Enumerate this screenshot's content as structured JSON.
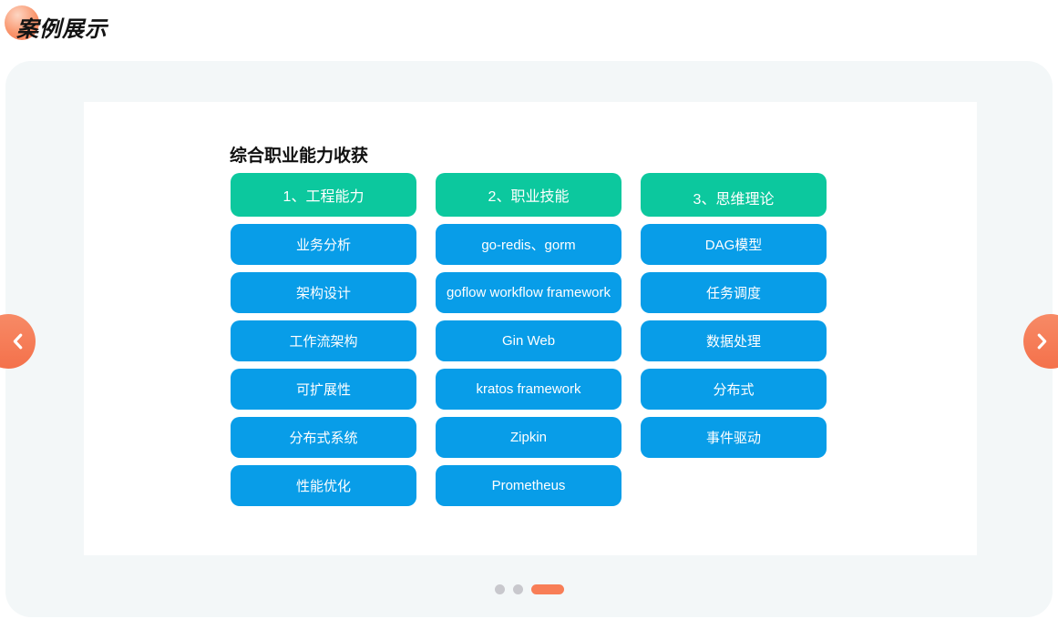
{
  "logo": {
    "text": "案例展示"
  },
  "card": {
    "title": "综合职业能力收获"
  },
  "columns": [
    {
      "header": "1、工程能力",
      "items": [
        "业务分析",
        "架构设计",
        "工作流架构",
        "可扩展性",
        "分布式系统",
        "性能优化"
      ]
    },
    {
      "header": "2、职业技能",
      "items": [
        "go-redis、gorm",
        "goflow workflow framework",
        "Gin Web",
        "kratos framework",
        "Zipkin",
        "Prometheus"
      ]
    },
    {
      "header": "3、思维理论",
      "items": [
        "DAG模型",
        "任务调度",
        "数据处理",
        "分布式",
        "事件驱动"
      ]
    }
  ],
  "carousel": {
    "dots_total": 3,
    "active_dot_index": 2
  },
  "colors": {
    "header_green": "#0cc89e",
    "item_blue": "#089de8",
    "accent_coral": "#f4714b",
    "panel_bg": "#f3f7f8",
    "dot_gray": "#c8c8cd",
    "active_dot_orange": "#f87e57"
  }
}
